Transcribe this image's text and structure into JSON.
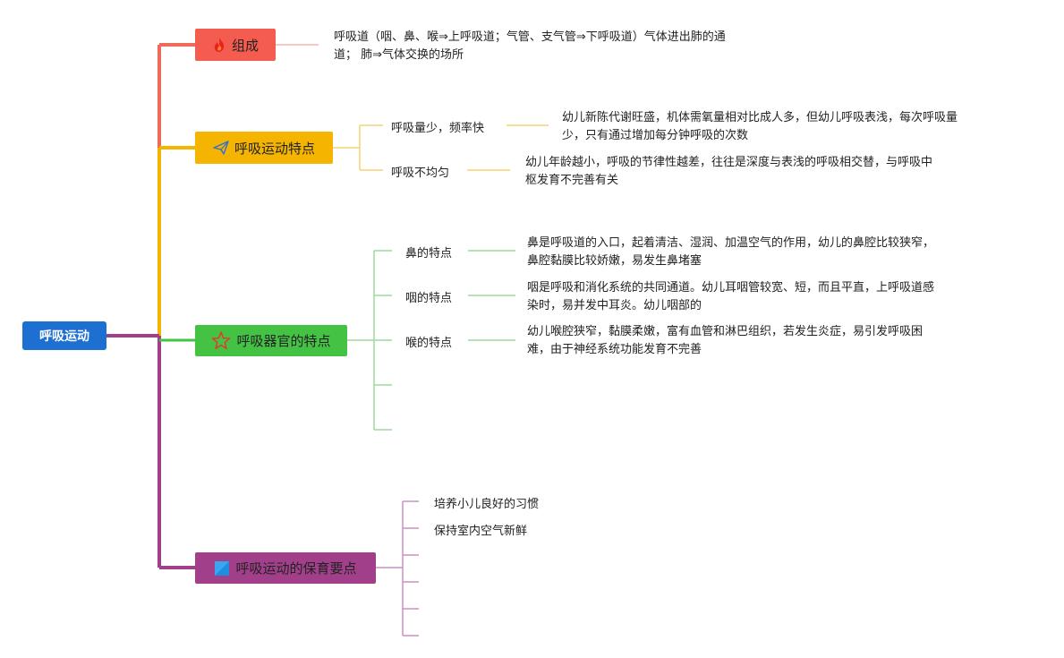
{
  "root": {
    "label": "呼吸运动"
  },
  "branches": {
    "composition": {
      "label": "组成",
      "text": [
        "呼吸道（咽、鼻、喉⇒上呼吸道；气管、支气管⇒下呼吸道）气体进出肺的通",
        "道； 肺⇒气体交换的场所"
      ]
    },
    "movement_features": {
      "label": "呼吸运动特点",
      "items": [
        {
          "label": "呼吸量少，频率快",
          "text": [
            "幼儿新陈代谢旺盛，机体需氧量相对比成人多，但幼儿呼吸表浅，每次呼吸量",
            "少，只有通过增加每分钟呼吸的次数"
          ]
        },
        {
          "label": "呼吸不均匀",
          "text": [
            "幼儿年龄越小，呼吸的节律性越差，往往是深度与表浅的呼吸相交替，与呼吸中",
            "枢发育不完善有关"
          ]
        }
      ]
    },
    "organ_features": {
      "label": "呼吸器官的特点",
      "items": [
        {
          "label": "鼻的特点",
          "text": [
            "鼻是呼吸道的入口，起着清洁、湿润、加温空气的作用，幼儿的鼻腔比较狭窄，",
            "鼻腔黏膜比较娇嫩，易发生鼻堵塞"
          ]
        },
        {
          "label": "咽的特点",
          "text": [
            "咽是呼吸和消化系统的共同通道。幼儿耳咽管较宽、短，而且平直，上呼吸道感",
            "染时，易并发中耳炎。幼儿咽部的"
          ]
        },
        {
          "label": "喉的特点",
          "text": [
            "幼儿喉腔狭窄，黏膜柔嫩，富有血管和淋巴组织，若发生炎症，易引发呼吸困",
            "难，由于神经系统功能发育不完善"
          ]
        }
      ]
    },
    "care_points": {
      "label": "呼吸运动的保育要点",
      "items": [
        {
          "label": "培养小儿良好的习惯"
        },
        {
          "label": "保持室内空气新鲜"
        }
      ]
    }
  },
  "icons": {
    "composition": "fire-icon",
    "movement_features": "paper-plane-icon",
    "organ_features": "star-icon",
    "care_points": "flag-icon"
  },
  "colors": {
    "root": "#1d6fd1",
    "composition": "#f45c4f",
    "movement_features": "#f5b400",
    "organ_features": "#44c244",
    "care_points": "#a23f8b"
  }
}
